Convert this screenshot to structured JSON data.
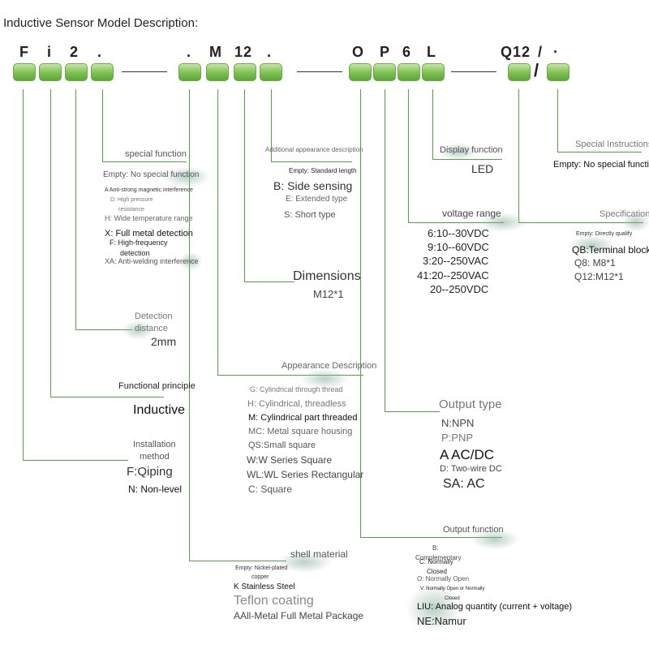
{
  "title": "Inductive Sensor Model Description:",
  "code_chars": {
    "c0": "F",
    "c1": "i",
    "c2": "2",
    "c3": ".",
    "c4": ".",
    "c5": "M",
    "c6": "12",
    "c7": ".",
    "c8": "O",
    "c9": "P",
    "c10": "6",
    "c11": "L",
    "c12": "Q12",
    "c13": "/",
    "c14": "·"
  },
  "slash": "/",
  "sections": {
    "special_function": {
      "heading": "special function",
      "items": [
        "Empty: No special function",
        "A Anti-strong magnetic interference",
        "D: High pressure",
        "resistance",
        "H: Wide temperature range",
        "X: Full metal detection",
        "F: High-frequency",
        "detection",
        "XA: Anti-welding interference"
      ]
    },
    "detection_distance": {
      "heading1": "Detection",
      "heading2": "distance",
      "value": "2mm"
    },
    "functional_principle": {
      "heading": "Functional principle",
      "value": "Inductive"
    },
    "installation_method": {
      "heading1": "Installation",
      "heading2": "method",
      "items": [
        "F:Qiping",
        "N: Non-level"
      ]
    },
    "additional_appearance": {
      "heading": "Additional appearance description",
      "items": [
        "Empty: Standard length",
        "B: Side sensing",
        "E: Extended type",
        "S: Short type"
      ]
    },
    "dimensions": {
      "heading": "Dimensions",
      "value": "M12*1"
    },
    "appearance_description": {
      "heading": "Appearance Description",
      "items": [
        "G: Cylindrical through thread",
        "H: Cylindrical, threadless",
        "M: Cylindrical part threaded",
        "MC: Metal square housing",
        "QS:Small square",
        "W:W Series Square",
        "WL:WL Series Rectangular",
        "C: Square"
      ]
    },
    "shell_material": {
      "heading": "shell material",
      "items": [
        "Empty: Nickel-plated",
        "copper",
        "K Stainless Steel",
        "Teflon coating",
        "AAll-Metal Full Metal Package"
      ]
    },
    "display_function": {
      "heading": "Display function",
      "value": "LED"
    },
    "voltage_range": {
      "heading": "voltage range",
      "items": [
        "6:10--30VDC",
        "9:10--60VDC",
        "3:20--250VAC",
        "41:20--250VAC",
        "20--250VDC"
      ]
    },
    "output_type": {
      "heading": "Output type",
      "items": [
        "N:NPN",
        "P:PNP",
        "A AC/DC",
        "D: Two-wire DC",
        "SA: AC"
      ]
    },
    "output_function": {
      "heading": "Output function",
      "items": [
        "B:",
        "Complementary",
        "C: Normally",
        "Closed",
        "O: Normally Open",
        "V: Normally Open or Normally",
        "Closed",
        "LIU: Analog quantity (current + voltage)",
        "NE:Namur"
      ]
    },
    "special_instructions": {
      "heading": "Special Instructions",
      "value": "Empty: No special function"
    },
    "specification": {
      "heading": "Specification",
      "items": [
        "Empty: Directly qualify",
        "QB:Terminal block",
        "Q8: M8*1",
        "Q12:M12*1"
      ]
    }
  }
}
